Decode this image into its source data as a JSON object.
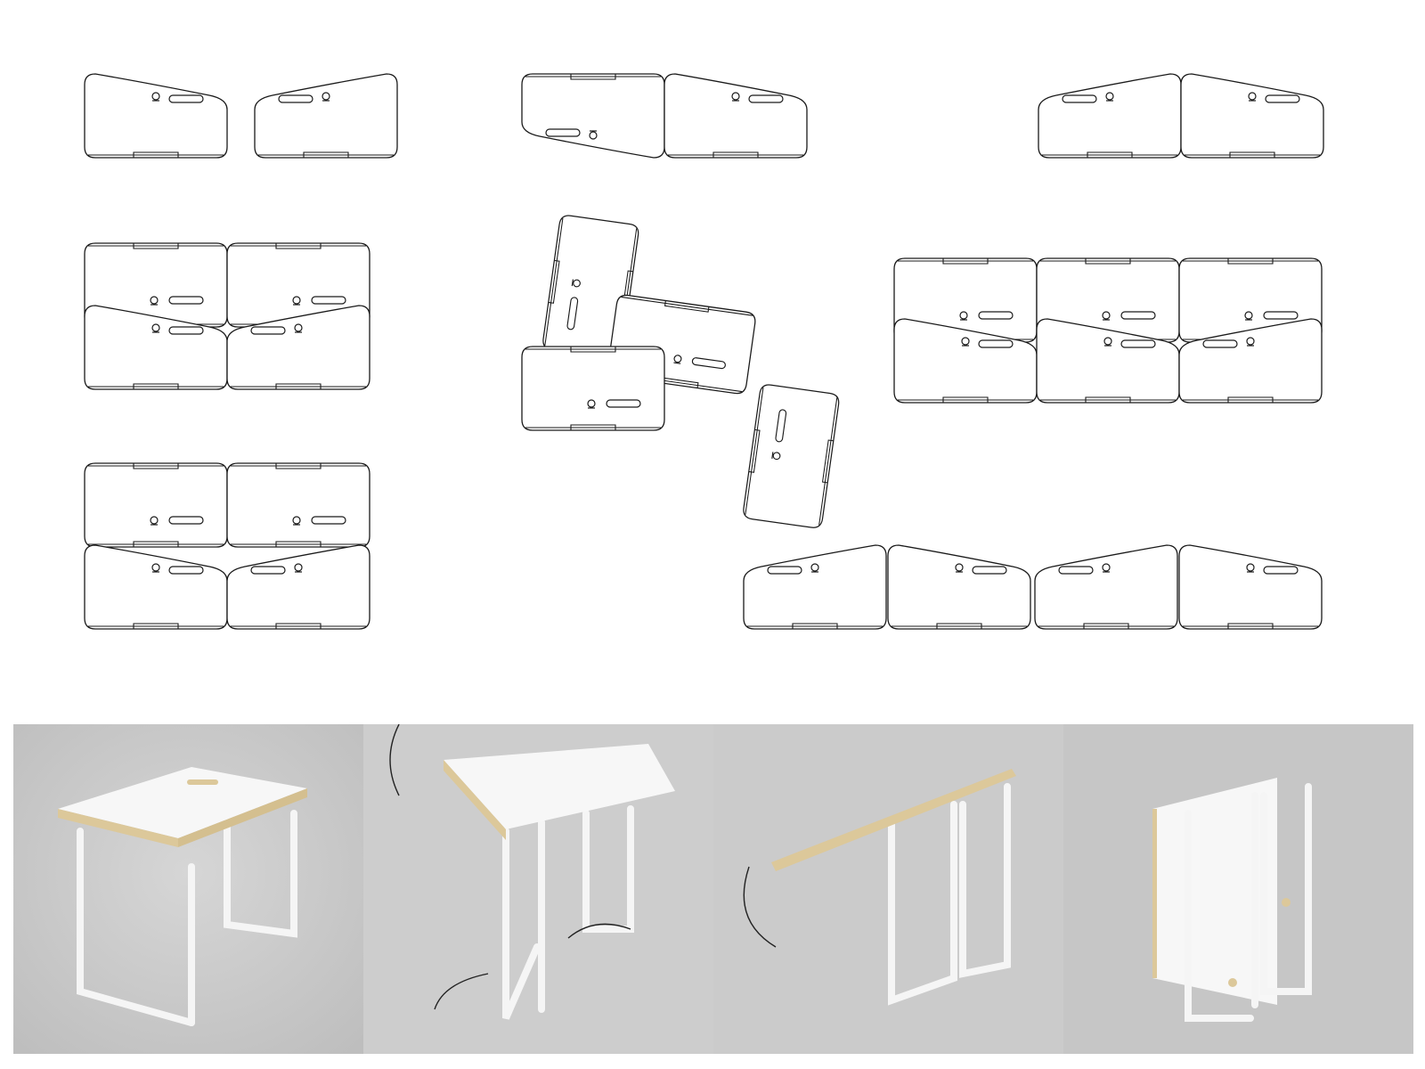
{
  "colors": {
    "line": "#1a1a1a",
    "panel_fill": "#ffffff",
    "render_bg": "#c9c9c9",
    "tabletop": "#f7f7f7",
    "plywood_edge": "#dcc89a",
    "frame": "#f4f4f4"
  },
  "layouts": {
    "configuration_count": 8,
    "tables_per_configuration": [
      2,
      2,
      2,
      4,
      4,
      6,
      4,
      4
    ]
  },
  "renders": {
    "steps": [
      {
        "id": "assembled",
        "table_count": 1
      },
      {
        "id": "rotate-legs",
        "table_count": 1
      },
      {
        "id": "fold-top",
        "table_count": 1
      },
      {
        "id": "folded",
        "table_count": 1
      }
    ]
  }
}
